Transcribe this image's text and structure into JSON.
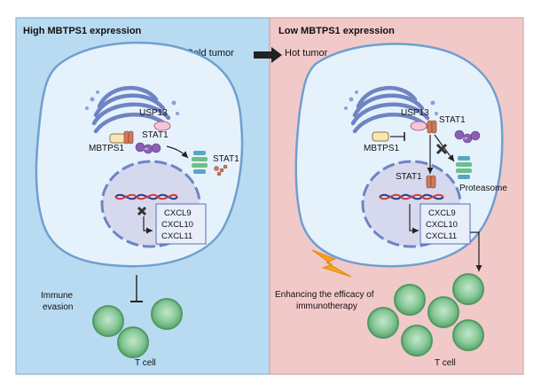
{
  "panels": {
    "left_title": "High MBTPS1 expression",
    "right_title": "Low MBTPS1 expression"
  },
  "transition": {
    "from": "Cold tumor",
    "to": "Hot tumor"
  },
  "left": {
    "usp13": "USP13",
    "stat1": "STAT1",
    "mbtps1": "MBTPS1",
    "stat1_cyto": "STAT1",
    "genes": [
      "CXCL9",
      "CXCL10",
      "CXCL11"
    ],
    "immune_evasion": [
      "Immune",
      "evasion"
    ],
    "tcell": "T cell",
    "ub": "Ub"
  },
  "right": {
    "usp13": "USP13",
    "stat1": "STAT1",
    "mbtps1": "MBTPS1",
    "stat1_nuc": "STAT1",
    "proteasome": "Proteasome",
    "genes": [
      "CXCL9",
      "CXCL10",
      "CXCL11"
    ],
    "enhancing": [
      "Enhancing the efficacy of",
      "immunotherapy"
    ],
    "tcell": "T cell",
    "ub": "Ub"
  },
  "colors": {
    "left_bg": "#b9dbf2",
    "right_bg": "#f2c9c9",
    "cell_fill": "#e6f2fb",
    "nucleus_fill": "#d6d9ee",
    "tcell": "#7fc08f"
  }
}
